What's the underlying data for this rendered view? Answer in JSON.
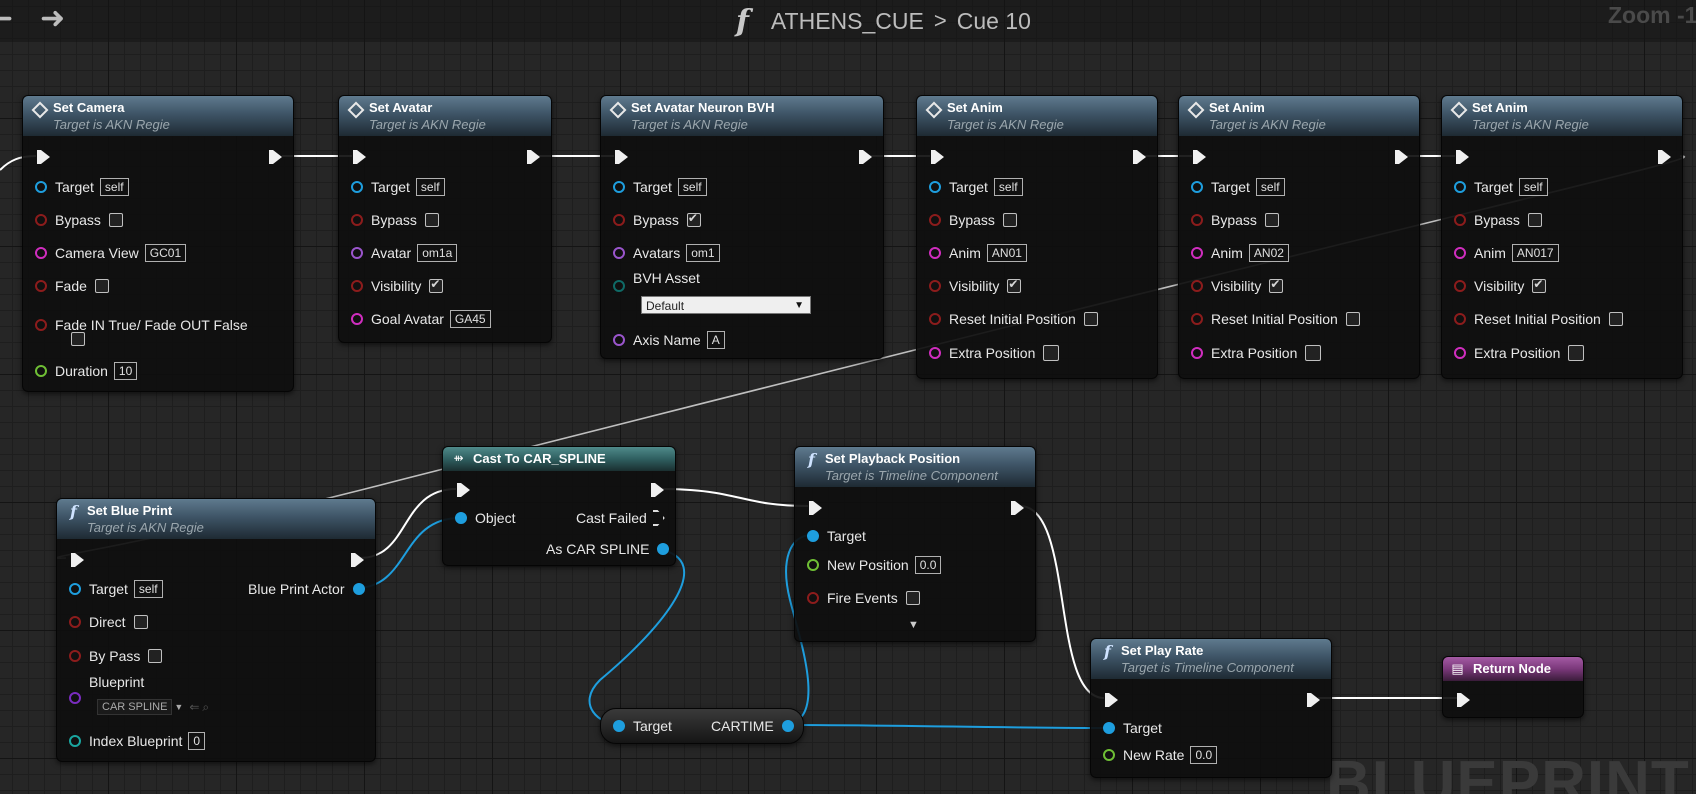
{
  "header": {
    "function_glyph": "f",
    "breadcrumb_parent": "ATHENS_CUE",
    "breadcrumb_sep": ">",
    "breadcrumb_current": "Cue 10",
    "zoom_label": "Zoom -1",
    "back_glyph": "➜",
    "forward_glyph": "➜"
  },
  "watermark": "BLUEPRINT",
  "pin_colors": {
    "exec": "#f0f0f0",
    "object": "#1e9ede",
    "bool": "#8c1c1c",
    "name": "#d02dbf",
    "float": "#6fbf35",
    "int": "#1aa6a0"
  },
  "nodes": {
    "set_camera": {
      "title": "Set Camera",
      "subtitle": "Target is AKN Regie",
      "target_label": "Target",
      "target_value": "self",
      "bypass_label": "Bypass",
      "camera_view_label": "Camera View",
      "camera_view_value": "GC01",
      "fade_label": "Fade",
      "fade_in_label": "Fade IN True/ Fade OUT False",
      "duration_label": "Duration",
      "duration_value": "10"
    },
    "set_avatar": {
      "title": "Set Avatar",
      "subtitle": "Target is AKN Regie",
      "target_label": "Target",
      "target_value": "self",
      "bypass_label": "Bypass",
      "avatar_label": "Avatar",
      "avatar_value": "om1a",
      "visibility_label": "Visibility",
      "goal_avatar_label": "Goal Avatar",
      "goal_avatar_value": "GA45"
    },
    "set_avatar_neuron": {
      "title": "Set Avatar Neuron BVH",
      "subtitle": "Target is AKN Regie",
      "target_label": "Target",
      "target_value": "self",
      "bypass_label": "Bypass",
      "avatars_label": "Avatars",
      "avatars_value": "om1",
      "bvh_label": "BVH Asset",
      "bvh_value": "Default",
      "axis_label": "Axis Name",
      "axis_value": "A"
    },
    "set_anim_1": {
      "title": "Set Anim",
      "subtitle": "Target is AKN Regie",
      "target_label": "Target",
      "target_value": "self",
      "bypass_label": "Bypass",
      "anim_label": "Anim",
      "anim_value": "AN01",
      "visibility_label": "Visibility",
      "reset_label": "Reset Initial Position",
      "extra_label": "Extra Position"
    },
    "set_anim_2": {
      "title": "Set Anim",
      "subtitle": "Target is AKN Regie",
      "target_label": "Target",
      "target_value": "self",
      "bypass_label": "Bypass",
      "anim_label": "Anim",
      "anim_value": "AN02",
      "visibility_label": "Visibility",
      "reset_label": "Reset Initial Position",
      "extra_label": "Extra Position"
    },
    "set_anim_3": {
      "title": "Set Anim",
      "subtitle": "Target is AKN Regie",
      "target_label": "Target",
      "target_value": "self",
      "bypass_label": "Bypass",
      "anim_label": "Anim",
      "anim_value": "AN017",
      "visibility_label": "Visibility",
      "reset_label": "Reset Initial Position",
      "extra_label": "Extra Position"
    },
    "set_blue_print": {
      "title": "Set Blue Print",
      "subtitle": "Target is AKN Regie",
      "target_label": "Target",
      "target_value": "self",
      "direct_label": "Direct",
      "bypass_label": "By Pass",
      "blueprint_label": "Blueprint",
      "blueprint_value": "CAR SPLINE",
      "index_label": "Index Blueprint",
      "index_value": "0",
      "actor_label": "Blue Print Actor"
    },
    "cast": {
      "title": "Cast To CAR_SPLINE",
      "object_label": "Object",
      "failed_label": "Cast Failed",
      "as_label": "As CAR SPLINE"
    },
    "set_playback": {
      "title": "Set Playback Position",
      "subtitle": "Target is Timeline Component",
      "target_label": "Target",
      "newpos_label": "New Position",
      "newpos_value": "0.0",
      "fire_label": "Fire Events",
      "expand_glyph": "▼"
    },
    "cartime": {
      "target_label": "Target",
      "out_label": "CARTIME"
    },
    "set_play_rate": {
      "title": "Set Play Rate",
      "subtitle": "Target is Timeline Component",
      "target_label": "Target",
      "rate_label": "New Rate",
      "rate_value": "0.0"
    },
    "return_node": {
      "title": "Return Node"
    }
  }
}
